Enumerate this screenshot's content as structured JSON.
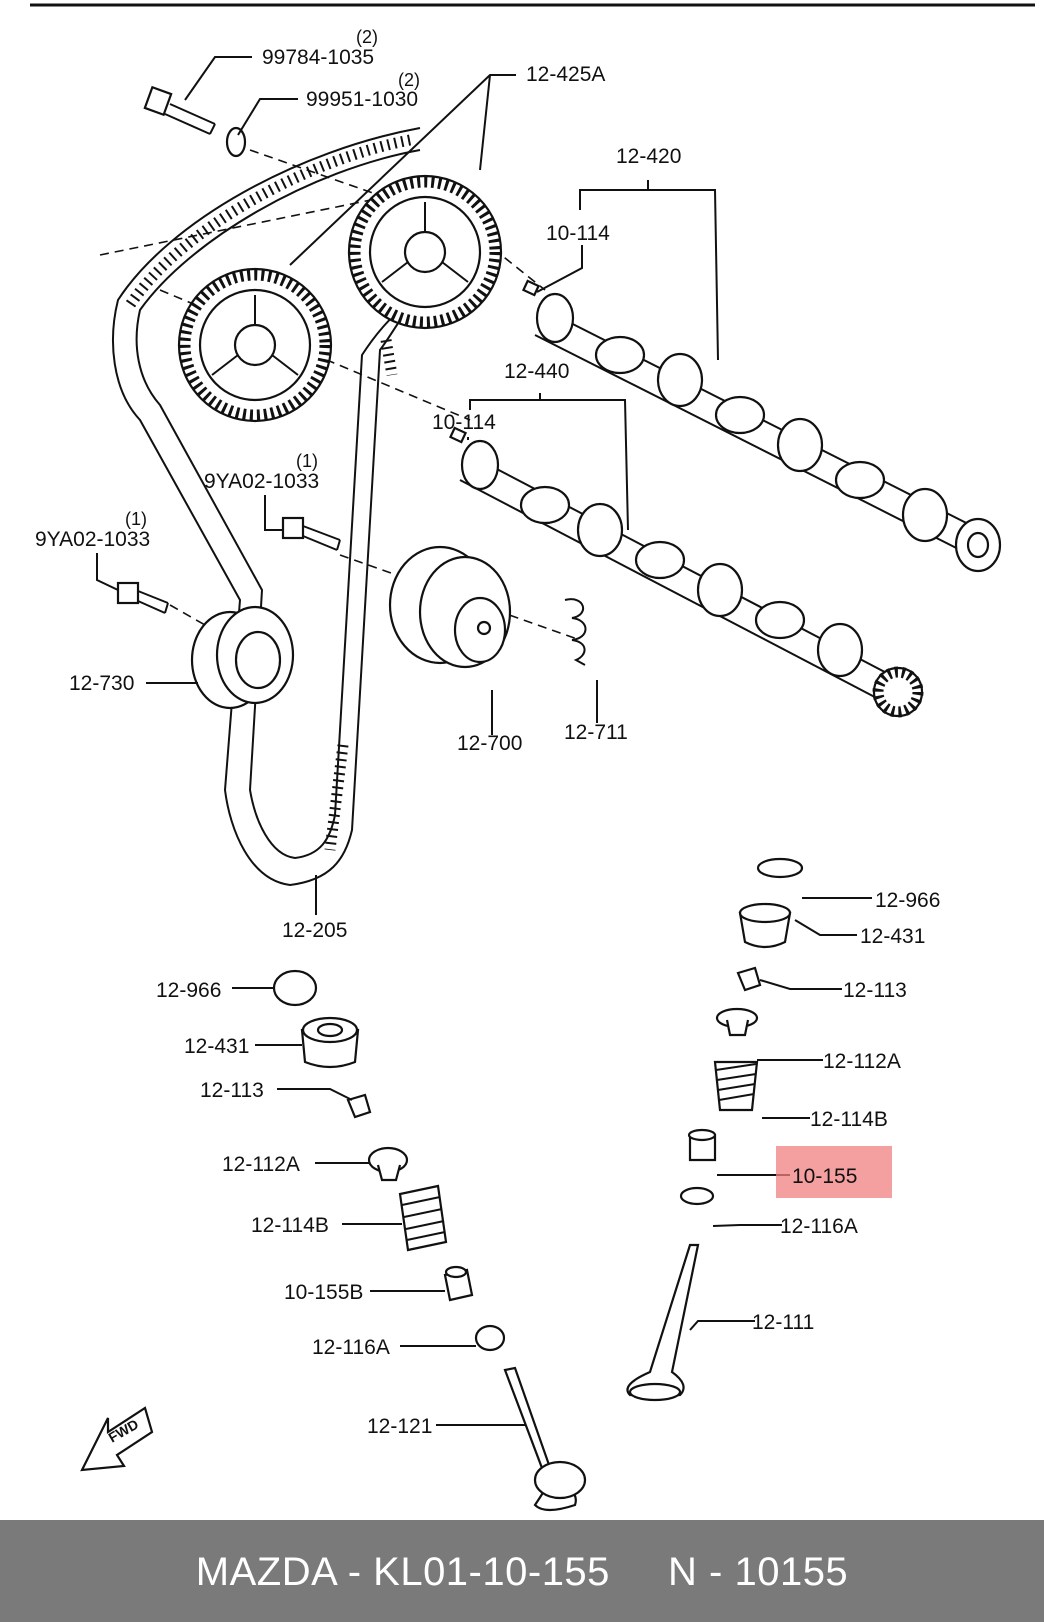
{
  "diagram": {
    "labels": {
      "bolt_top": "99784-1035",
      "bolt_top_qty": "(2)",
      "washer_top": "99951-1030",
      "washer_top_qty": "(2)",
      "pulley": "12-425A",
      "camshaft_upper": "12-420",
      "pin_upper": "10-114",
      "camshaft_lower": "12-440",
      "pin_lower": "10-114",
      "bolt_mid": "9YA02-1033",
      "bolt_mid_qty": "(1)",
      "bolt_left": "9YA02-1033",
      "bolt_left_qty": "(1)",
      "idler": "12-730",
      "tensioner": "12-700",
      "spring": "12-711",
      "belt": "12-205",
      "r_shim": "12-966",
      "r_tappet": "12-431",
      "r_keeper": "12-113",
      "r_retainer": "12-112A",
      "r_spring": "12-114B",
      "r_seal": "10-155",
      "r_seat": "12-116A",
      "r_valve": "12-111",
      "l_shim": "12-966",
      "l_tappet": "12-431",
      "l_keeper": "12-113",
      "l_retainer": "12-112A",
      "l_spring": "12-114B",
      "l_seal": "10-155B",
      "l_seat": "12-116A",
      "l_valve": "12-121",
      "fwd": "FWD"
    },
    "highlight_color": "#f08080"
  },
  "footer": {
    "brand": "MAZDA - KL01-10-155",
    "number": "N - 10155"
  }
}
